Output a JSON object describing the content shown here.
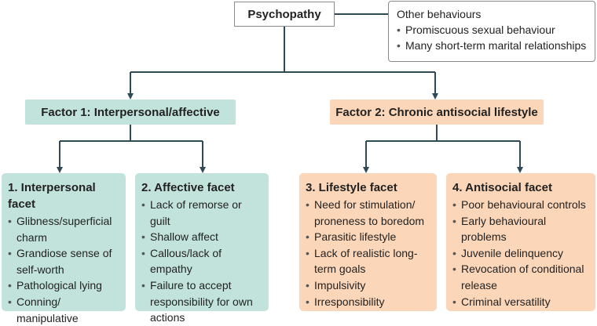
{
  "root": {
    "label": "Psychopathy"
  },
  "other_behaviours": {
    "title": "Other behaviours",
    "items": [
      "Promiscuous sexual behaviour",
      "Many short-term marital relationships"
    ]
  },
  "factors": [
    {
      "label": "Factor 1: Interpersonal/affective",
      "color": "#c2e3db"
    },
    {
      "label": "Factor 2: Chronic antisocial lifestyle",
      "color": "#fcd6b8"
    }
  ],
  "facets": [
    {
      "title": "1. Interpersonal facet",
      "items": [
        "Glibness/superficial charm",
        "Grandiose sense of self-worth",
        "Pathological lying",
        "Conning/ manipulative"
      ]
    },
    {
      "title": "2. Affective facet",
      "items": [
        "Lack of remorse or guilt",
        "Shallow affect",
        "Callous/lack of empathy",
        "Failure to accept responsibility for own actions"
      ]
    },
    {
      "title": "3. Lifestyle facet",
      "items": [
        "Need for stimulation/ proneness to boredom",
        "Parasitic lifestyle",
        "Lack of realistic long-term goals",
        "Impulsivity",
        "Irresponsibility"
      ]
    },
    {
      "title": "4. Antisocial facet",
      "items": [
        "Poor behavioural controls",
        "Early behavioural problems",
        "Juvenile delinquency",
        "Revocation of conditional release",
        "Criminal versatility"
      ]
    }
  ],
  "colors": {
    "connector": "#2f4a57",
    "teal": "#c2e3db",
    "peach": "#fcd6b8"
  }
}
